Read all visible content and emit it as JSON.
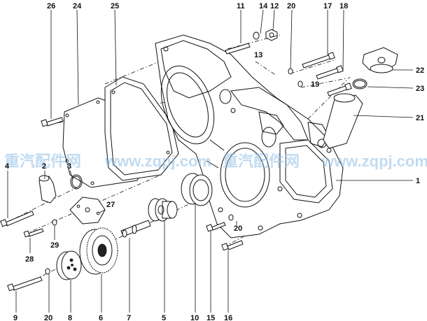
{
  "watermark": {
    "left": "重汽配件网",
    "center": "www.zqpj.com",
    "mid": "重汽配件网",
    "right": "www.zqpj.com"
  },
  "callouts": {
    "c1": "1",
    "c2": "2",
    "c3": "3",
    "c4": "4",
    "c5": "5",
    "c6": "6",
    "c7": "7",
    "c8": "8",
    "c9": "9",
    "c10": "10",
    "c11": "11",
    "c12": "12",
    "c13": "13",
    "c14": "14",
    "c15": "15",
    "c16": "16",
    "c17": "17",
    "c18": "18",
    "c19": "19",
    "c20a": "20",
    "c20b": "20",
    "c20c": "20",
    "c21": "21",
    "c22": "22",
    "c23": "23",
    "c24": "24",
    "c25": "25",
    "c26": "26",
    "c27": "27",
    "c28": "28",
    "c29": "29"
  }
}
